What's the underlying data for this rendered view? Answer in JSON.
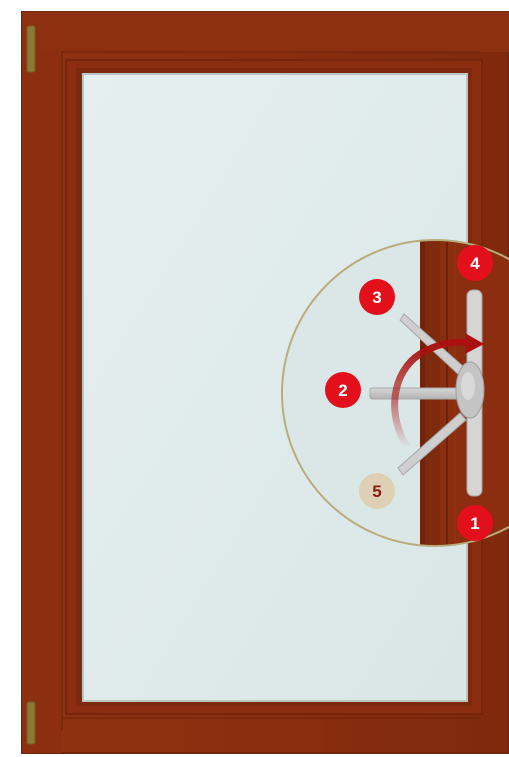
{
  "colors": {
    "frame": "#8a2e0f",
    "frame_dark": "#6e230a",
    "frame_light": "#9a3716",
    "glass": "#dfeaea",
    "handle": "#c9c9c9",
    "handle_dark": "#a8a8a8",
    "badge_red": "#e3101c",
    "badge_beige": "#ddd0b4",
    "badge_beige_text": "#8a1a10",
    "arrow": "#a8110f",
    "circle_border": "#b8ac7a",
    "hinge": "#8a7a35"
  },
  "callouts": {
    "pos1": {
      "number": "1"
    },
    "pos2": {
      "number": "2"
    },
    "pos3": {
      "number": "3"
    },
    "pos4": {
      "number": "4"
    },
    "pos5": {
      "number": "5"
    }
  },
  "icons": {
    "rotation": "curved-arrow-icon",
    "hinge": "hinge-icon"
  }
}
